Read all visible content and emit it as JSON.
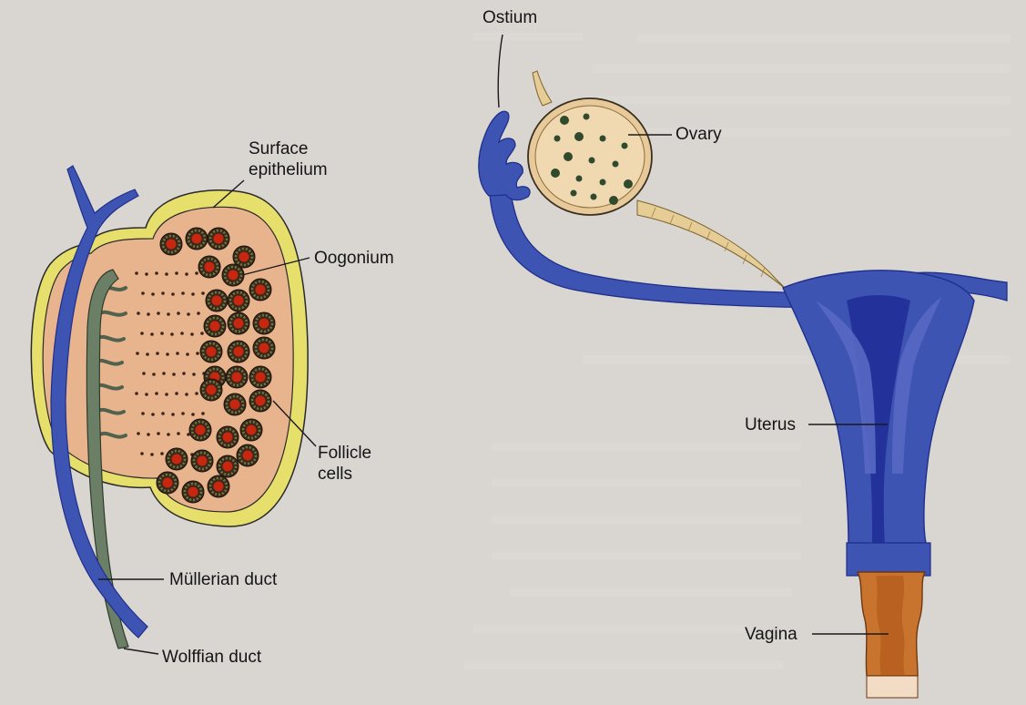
{
  "labels": {
    "surface_epithelium_1": "Surface",
    "surface_epithelium_2": "epithelium",
    "oogonium": "Oogonium",
    "follicle_cells_1": "Follicle",
    "follicle_cells_2": "cells",
    "mullerian_duct": "Müllerian duct",
    "wolffian_duct": "Wolffian duct",
    "ostium": "Ostium",
    "ovary": "Ovary",
    "uterus": "Uterus",
    "vagina": "Vagina"
  },
  "colors": {
    "background": "#d9d6d2",
    "gonad_fill": "#e8b48e",
    "epithelium": "#e6df6c",
    "duct_blue": "#3e54b3",
    "duct_dark": "#1f2f8a",
    "wolffian_green": "#6b7f66",
    "oogonium_red": "#c8260f",
    "vagina_orange": "#c8742e"
  }
}
